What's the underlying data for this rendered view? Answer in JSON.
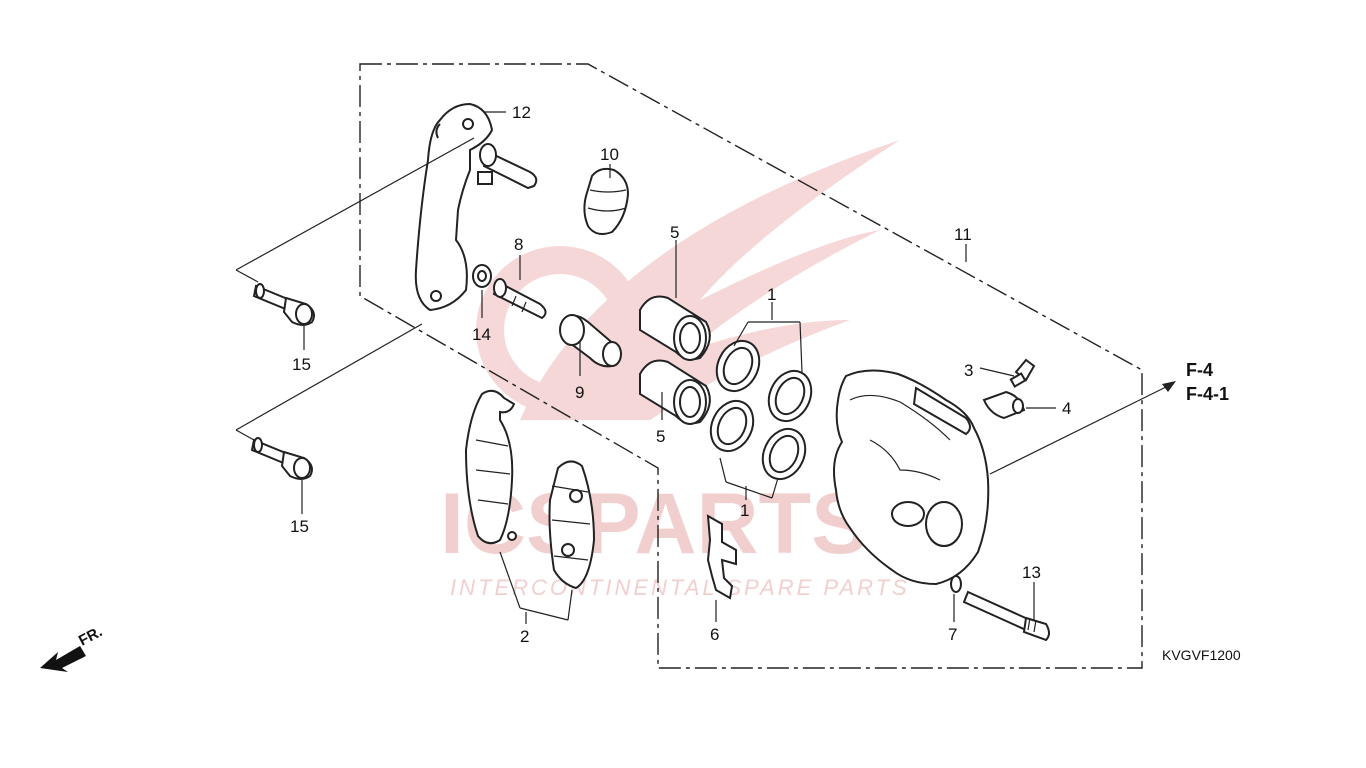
{
  "watermark": {
    "brand": "ICSPARTS",
    "tagline": "INTERCONTINENTAL SPARE PARTS"
  },
  "diagram_code": "KVGVF1200",
  "direction_label": "FR.",
  "references": [
    "F-4",
    "F-4-1"
  ],
  "callouts": {
    "c1a": "1",
    "c1b": "1",
    "c2": "2",
    "c3": "3",
    "c4": "4",
    "c5a": "5",
    "c5b": "5",
    "c6": "6",
    "c7": "7",
    "c8": "8",
    "c9": "9",
    "c10": "10",
    "c11": "11",
    "c12": "12",
    "c13": "13",
    "c14": "14",
    "c15a": "15",
    "c15b": "15"
  },
  "colors": {
    "line": "#222222",
    "watermark": "#e8a9a9"
  }
}
